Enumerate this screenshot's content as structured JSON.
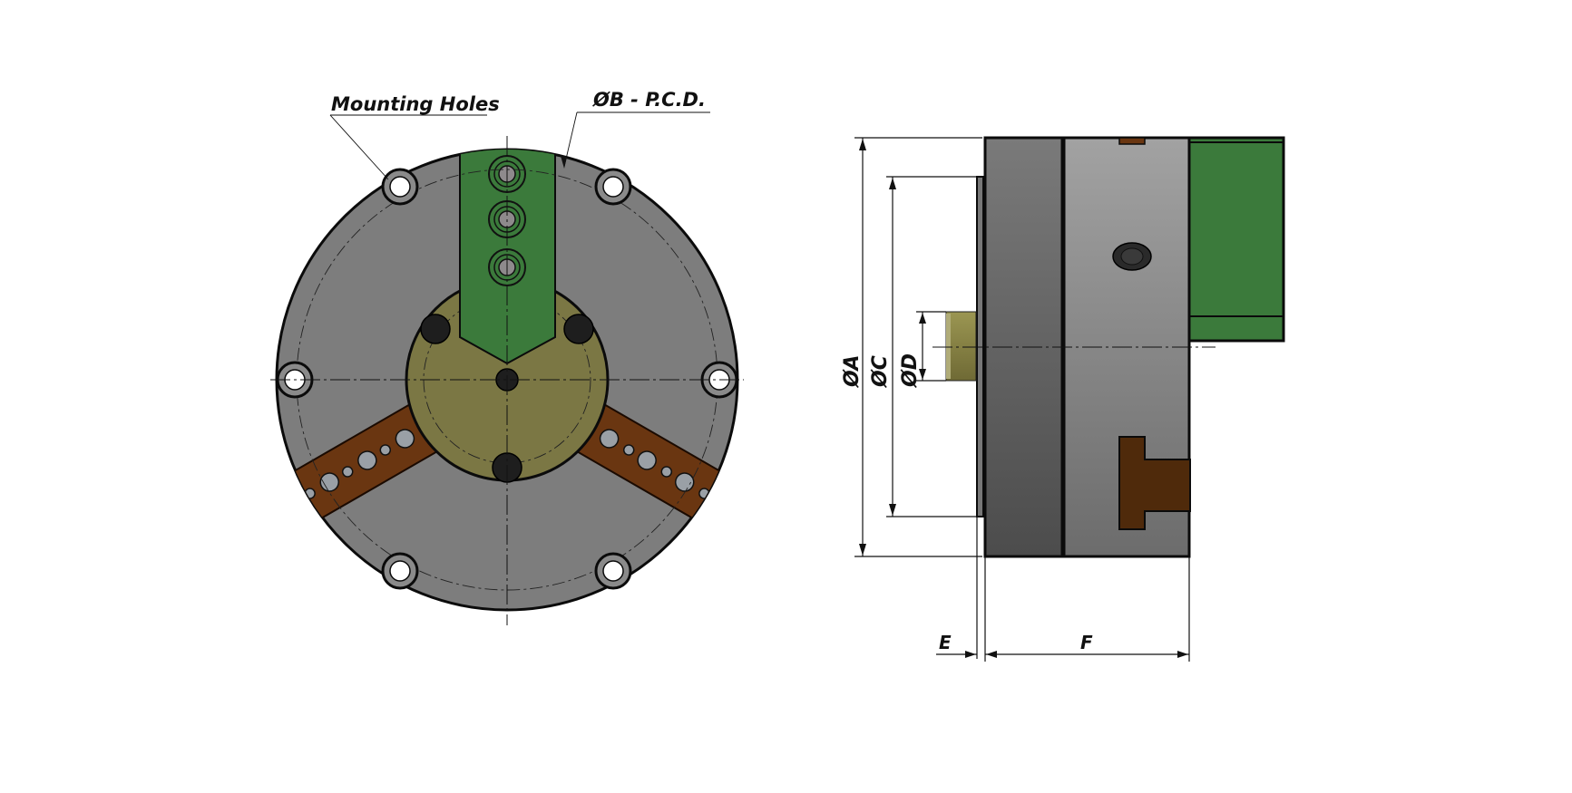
{
  "drawing": {
    "type": "3-jaw chuck technical drawing",
    "views": [
      "front-view",
      "side-view"
    ],
    "colors": {
      "body_gray": "#7d7d7d",
      "body_light": "#9a9a9a",
      "body_dark": "#555555",
      "hub_olive": "#7b7744",
      "master_jaw_green": "#3b7a3b",
      "top_jaw_brown": "#6a3611",
      "slot_brown": "#4f2a0b",
      "line": "#0b0b0b"
    }
  },
  "front_view": {
    "callouts": {
      "mounting_holes": "Mounting Holes",
      "pcd": "ØB - P.C.D."
    },
    "mounting_hole_count": 6,
    "jaw_count": 3
  },
  "side_view": {
    "dimensions": {
      "A": "ØA",
      "C": "ØC",
      "D": "ØD",
      "E": "E",
      "F": "F"
    }
  }
}
